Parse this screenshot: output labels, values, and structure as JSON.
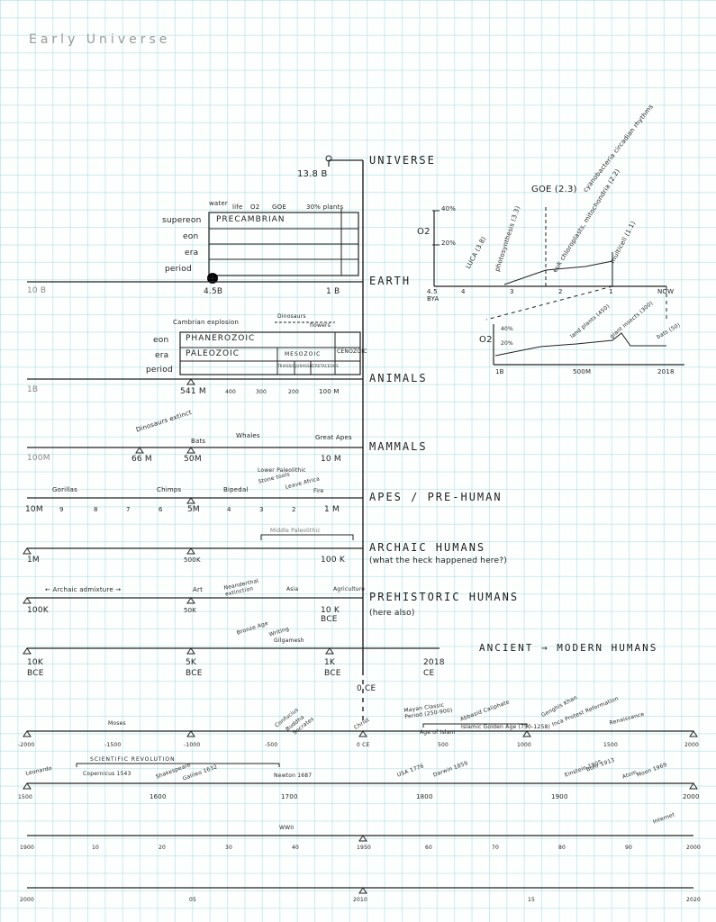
{
  "title": "Early Universe",
  "universe": {
    "label": "UNIVERSE",
    "start": "13.8 B"
  },
  "earth": {
    "label": "EARTH",
    "row_labels": [
      "supereon",
      "eon",
      "era",
      "period"
    ],
    "supereon": "PRECAMBRIAN",
    "top_notes": [
      "water",
      "life",
      "O2",
      "GOE",
      "30% plants"
    ],
    "ticks": [
      "10 B",
      "4.5B",
      "1 B"
    ]
  },
  "oxygen_chart": {
    "o2_label": "O2",
    "y_ticks": [
      "40%",
      "20%"
    ],
    "x_ticks": [
      "4.5 BYA",
      "4",
      "3",
      "2",
      "1",
      "NOW"
    ],
    "events": [
      "LUCA (3.8)",
      "photosynthesis (3.3)",
      "GOE (2.3)",
      "cyanobacteria circadian rhythms",
      "euk chloroplasts, mitochondria (2.2)",
      "multicell (1.1)"
    ]
  },
  "animals_chart": {
    "o2_label": "O2",
    "y_ticks": [
      "40%",
      "20%"
    ],
    "x_ticks": [
      "1B",
      "500M",
      "2018"
    ],
    "events": [
      "land plants (450)",
      "giant insects (300)",
      "bats (50)"
    ]
  },
  "animals": {
    "label": "ANIMALS",
    "notes": [
      "Cambrian explosion",
      "Dinosaurs",
      "flowers"
    ],
    "row_labels": [
      "eon",
      "era",
      "period"
    ],
    "eon": "PHANEROZOIC",
    "era": [
      "PALEOZOIC",
      "MESOZOIC",
      "CENOZOIC"
    ],
    "periods": [
      "TRIASSIC",
      "JURASSIC",
      "CRETACEOUS"
    ],
    "ticks": [
      "1B",
      "541 M",
      "400",
      "300",
      "200",
      "100 M"
    ]
  },
  "mammals": {
    "label": "MAMMALS",
    "events": [
      "Dinosaurs extinct",
      "Bats",
      "Whales",
      "Great Apes"
    ],
    "ticks": [
      "100M",
      "66 M",
      "50M",
      "10 M"
    ]
  },
  "apes": {
    "label": "APES / PRE-HUMAN",
    "events": [
      "Gorillas",
      "Chimps",
      "Bipedal",
      "Stone tools",
      "Lower Paleolithic",
      "Leave Africa",
      "Fire"
    ],
    "ticks": [
      "10M",
      "9",
      "8",
      "7",
      "6",
      "5M",
      "4",
      "3",
      "2",
      "1 M"
    ]
  },
  "archaic": {
    "label": "ARCHAIC HUMANS",
    "note": "(what the heck happened here?)",
    "bracket": "Middle Paleolithic",
    "ticks": [
      "1M",
      "500K",
      "100 K"
    ]
  },
  "prehistoric": {
    "label": "PREHISTORIC HUMANS",
    "note": "(here also)",
    "events": [
      "← Archaic admixture →",
      "Art",
      "Neanderthal extinction",
      "Asia",
      "Agriculture"
    ],
    "ticks": [
      "100K",
      "50K",
      "10 K BCE"
    ]
  },
  "ancient": {
    "label": "ANCIENT → MODERN HUMANS",
    "events": [
      "Bronze Age",
      "Writing",
      "Gilgamesh"
    ],
    "ticks": [
      "10K BCE",
      "5K BCE",
      "1K BCE",
      "2018 CE"
    ],
    "zero": "0 CE"
  },
  "timeline_bce_ce": {
    "events": [
      "Moses",
      "Confucius",
      "Buddha",
      "Socrates",
      "Christ",
      "Mayan Classic Period (250-900)",
      "Age of Islam",
      "Abbasid Caliphate",
      "Islamic Golden Age (750-1258)",
      "Genghis Khan",
      "Inca Protest Reformation",
      "Renaissance"
    ],
    "ticks": [
      "-2000",
      "-1500",
      "-1000",
      "-500",
      "0 CE",
      "500",
      "1000",
      "1500",
      "2000"
    ]
  },
  "timeline_1500": {
    "events": [
      "SCIENTIFIC REVOLUTION",
      "Leonardo",
      "Copernicus 1543",
      "Shakespeare",
      "Galileo 1632",
      "Newton 1687",
      "USA 1776",
      "Darwin 1859",
      "Einstein 1905",
      "Bohr 1913",
      "Atom",
      "Moon 1969"
    ],
    "ticks": [
      "1500",
      "1600",
      "1700",
      "1800",
      "1900",
      "2000"
    ]
  },
  "timeline_1900": {
    "events": [
      "WWII",
      "Internet"
    ],
    "ticks": [
      "1900",
      "10",
      "20",
      "30",
      "40",
      "1950",
      "60",
      "70",
      "80",
      "90",
      "2000"
    ]
  },
  "timeline_2000": {
    "ticks": [
      "2000",
      "05",
      "2010",
      "15",
      "2020"
    ]
  }
}
